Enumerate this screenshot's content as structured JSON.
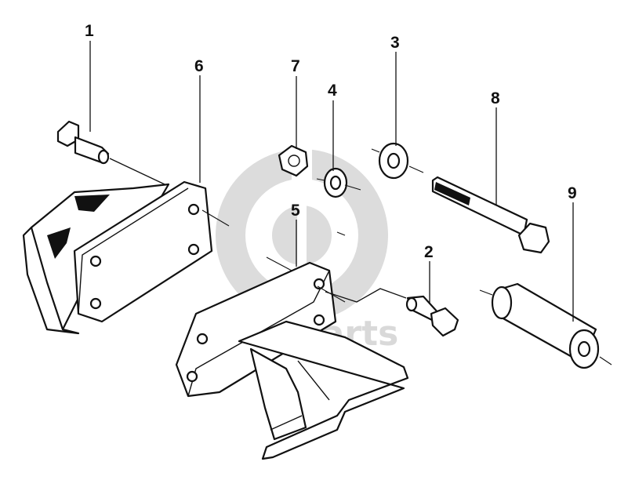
{
  "callouts": {
    "c1": "1",
    "c2": "2",
    "c3": "3",
    "c4": "4",
    "c5": "5",
    "c6": "6",
    "c7": "7",
    "c8": "8",
    "c9": "9"
  },
  "watermark": {
    "text": "data-parts",
    "color": "#d0d0d0"
  }
}
